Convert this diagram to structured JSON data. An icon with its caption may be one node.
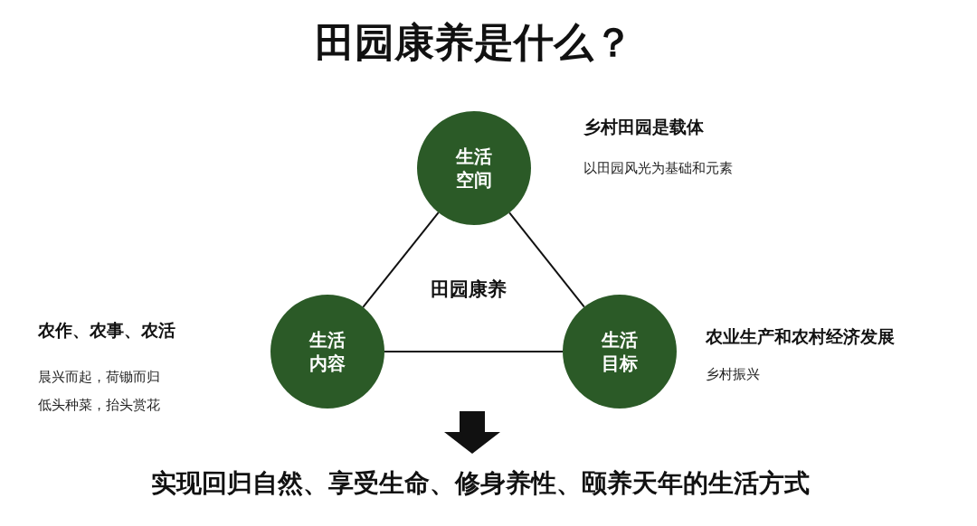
{
  "diagram": {
    "title": "田园康养是什么？",
    "nodes": [
      {
        "text": [
          "生活空间"
        ],
        "beside": [
          "乡村田园是载体",
          "以田园风光为基础和元素"
        ]
      },
      {
        "text": [
          "生活内容"
        ],
        "beside": [
          "农作、农事、农活",
          "晨兴而起，荷锄而归",
          "低头种菜，抬头赏花"
        ]
      },
      {
        "text": [
          "生活目标"
        ],
        "beside": [
          "农业生产和农村经济发展",
          "乡村振兴"
        ]
      },
      {
        "text": [
          "实现回归自然、享受生命、修身养性、颐养天年的生活方式"
        ]
      }
    ],
    "edges": [
      {
        "from": 0,
        "to": 1,
        "arrow": "none"
      },
      {
        "from": 0,
        "to": 2,
        "arrow": "none"
      },
      {
        "from": 1,
        "to": 2,
        "arrow": "none"
      },
      {
        "from": null,
        "to": 3,
        "arrow": "to",
        "style": "thick"
      }
    ],
    "labels": [
      "田园康养"
    ]
  }
}
